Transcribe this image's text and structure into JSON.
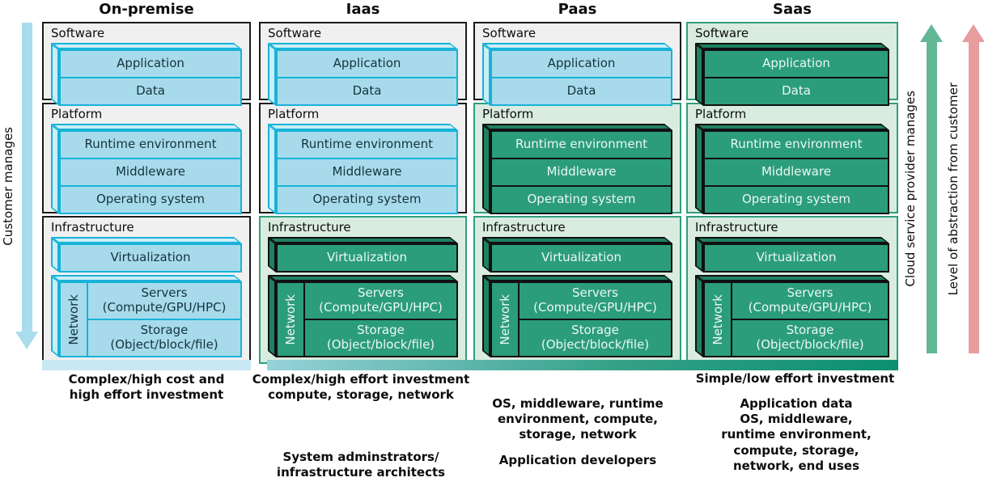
{
  "colors": {
    "cust_bd": "#18b2d8",
    "cust_face": "#a7dbeb",
    "cust_facet": "#c9eef7",
    "cust_text": "#16333d",
    "cust_sec_bg": "#f0f0f0",
    "cust_sec_bd": "#1a1a1a",
    "prov_bd": "#101010",
    "prov_face": "#2b9d7b",
    "prov_facet": "#1f8161",
    "prov_text": "#ecf7f1",
    "prov_sec_bg": "#d9ecdf",
    "prov_sec_bd": "#2f9e7c",
    "arrow_customer": "#a9dcec",
    "arrow_provider": "#62b795",
    "arrow_abstraction": "#e79c9e",
    "bar_onprem": "#c8e8f3",
    "bar_grad_start": "#96d2da",
    "bar_grad_mid": "#35a188",
    "bar_grad_end": "#0c8f72"
  },
  "side_labels": {
    "left": "Customer manages",
    "right_provider": "Cloud service provider manages",
    "right_abstraction": "Level of abstraction from customer"
  },
  "columns": [
    {
      "title": "On-premise"
    },
    {
      "title": "Iaas"
    },
    {
      "title": "Paas"
    },
    {
      "title": "Saas"
    }
  ],
  "labels": {
    "software": "Software",
    "platform": "Platform",
    "infrastructure": "Infrastructure",
    "application": "Application",
    "data": "Data",
    "runtime": "Runtime environment",
    "middleware": "Middleware",
    "os": "Operating system",
    "virtualization": "Virtualization",
    "network": "Network",
    "servers": "Servers\n(Compute/GPU/HPC)",
    "storage": "Storage\n(Object/block/file)"
  },
  "captions": {
    "col1": "Complex/high cost and\nhigh effort investment",
    "col2": "Complex/high effort investment\ncompute, storage, network",
    "col2_role": "System adminstrators/\ninfrastructure architects",
    "col3": "OS, middleware, runtime\nenvironment, compute,\nstorage, network",
    "col3_role": "Application developers",
    "col4_simple": "Simple/low effort investment",
    "col4_detail": "Application data\nOS, middleware,\nruntime environment,\ncompute, storage,\nnetwork, end uses"
  }
}
